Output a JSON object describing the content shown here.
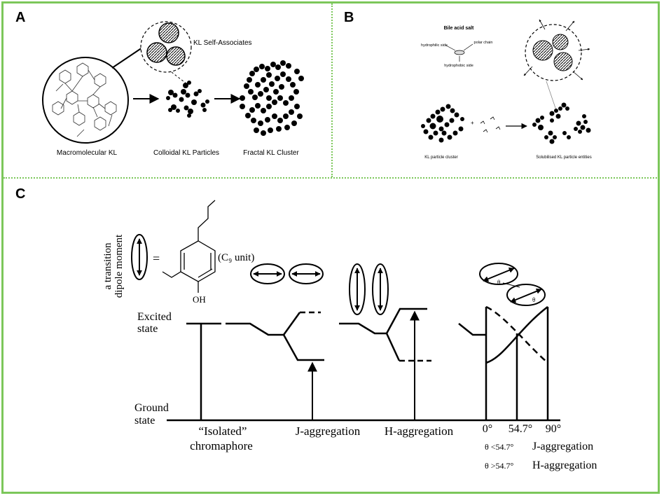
{
  "panels": {
    "a": {
      "label": "A",
      "self_associates": "KL Self-Associates",
      "macromolecular": "Macromolecular KL",
      "colloidal": "Colloidal KL Particles",
      "fractal": "Fractal KL Cluster"
    },
    "b": {
      "label": "B",
      "bile_acid_salt": "Bile acid salt",
      "hydrophilic_side": "hydrophilic side",
      "polar_chain": "polar chain",
      "hydrophobic_side": "hydrophobic side",
      "cluster": "KL particle cluster",
      "solubilised": "Solubilised KL particle entities"
    },
    "c": {
      "label": "C",
      "dipole_line1": "a transition",
      "dipole_line2": "dipole moment",
      "c9_unit": "(C₉ unit)",
      "oh": "OH",
      "excited1": "Excited",
      "excited2": "state",
      "ground1": "Ground",
      "ground2": "state",
      "isolated1": "“Isolated”",
      "isolated2": "chromaphore",
      "j_agg": "J-aggregation",
      "h_agg": "H-aggregation",
      "tick0": "0°",
      "tick547": "54.7°",
      "tick90": "90°",
      "cond_j_theta": "θ <54.7°",
      "cond_j_label": "J-aggregation",
      "cond_h_theta": "θ >54.7°",
      "cond_h_label": "H-aggregation",
      "theta": "θ"
    }
  }
}
